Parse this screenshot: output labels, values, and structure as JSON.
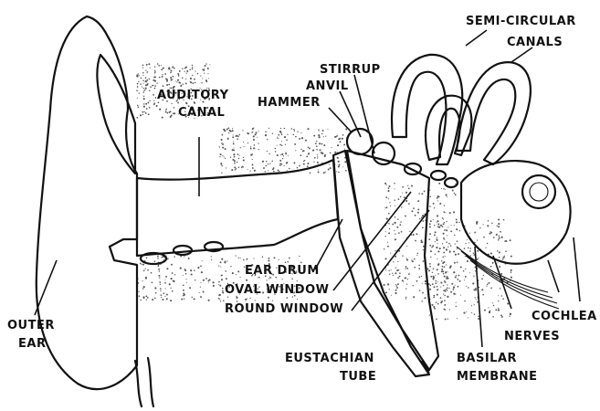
{
  "labels": {
    "semi_circular_line1": "SEMI-CIRCULAR",
    "semi_circular_line2": "CANALS",
    "stirrup": "STIRRUP",
    "anvil": "ANVIL",
    "hammer": "HAMMER",
    "auditory_line1": "AUDITORY",
    "auditory_line2": "CANAL",
    "ear_drum": "EAR DRUM",
    "oval_window": "OVAL WINDOW",
    "round_window": "ROUND WINDOW",
    "outer_ear_line1": "OUTER",
    "outer_ear_line2": "EAR",
    "eustachian_line1": "EUSTACHIAN",
    "eustachian_line2": "TUBE",
    "basilar_line1": "BASILAR",
    "basilar_line2": "MEMBRANE",
    "cochlea": "COCHLEA",
    "nerves": "NERVES"
  },
  "colors": {
    "ink": "#111111",
    "paper": "#ffffff",
    "stipple": "#555555"
  }
}
